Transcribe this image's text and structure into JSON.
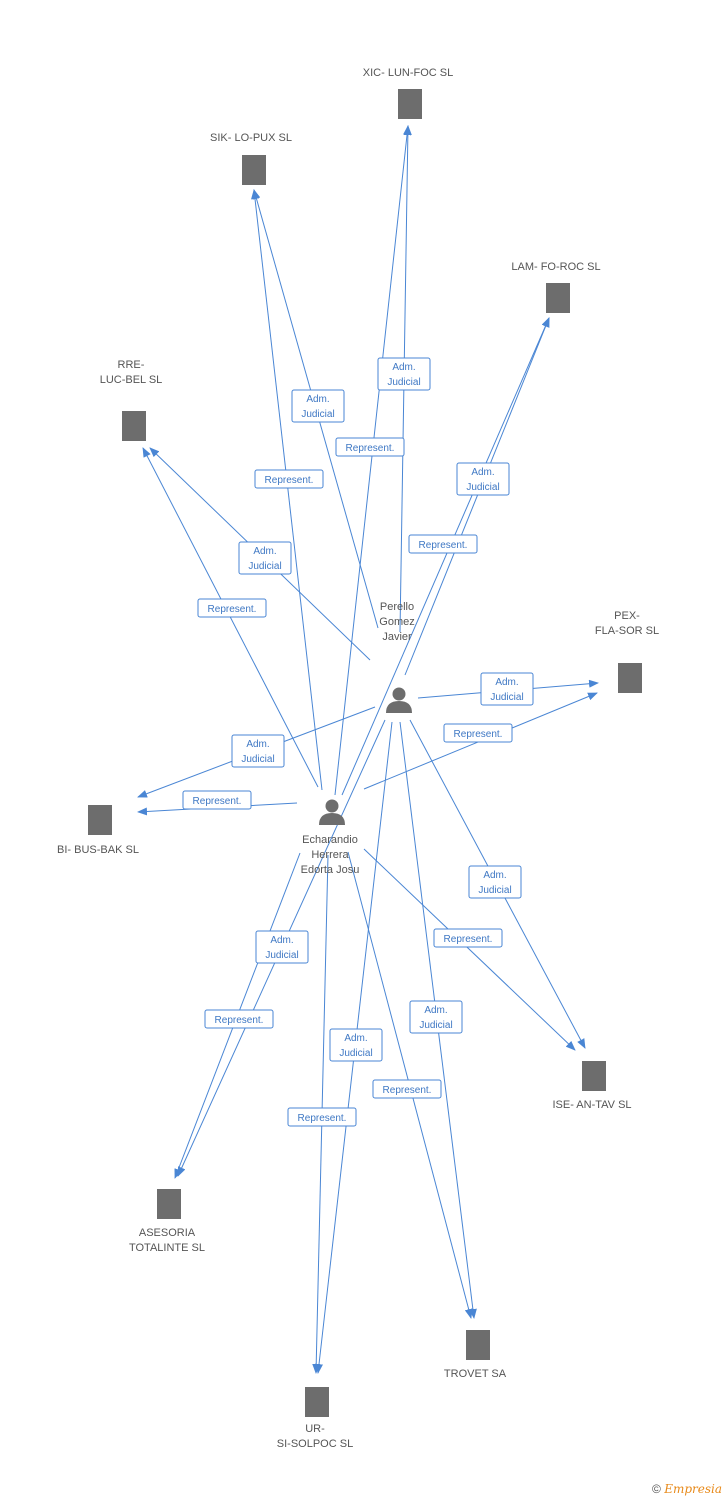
{
  "persons": [
    {
      "id": "perello",
      "label_lines": [
        "Perello",
        "Gomez",
        "Javier"
      ]
    },
    {
      "id": "echarandio",
      "label_lines": [
        "Echarandio",
        "Herrera",
        "Edorta Josu"
      ]
    }
  ],
  "companies": [
    {
      "id": "xic",
      "label_lines": [
        "XIC- LUN-FOC SL"
      ]
    },
    {
      "id": "sik",
      "label_lines": [
        "SIK- LO-PUX SL"
      ]
    },
    {
      "id": "lam",
      "label_lines": [
        "LAM- FO-ROC SL"
      ]
    },
    {
      "id": "rre",
      "label_lines": [
        "RRE-",
        "LUC-BEL SL"
      ]
    },
    {
      "id": "pex",
      "label_lines": [
        "PEX-",
        "FLA-SOR SL"
      ]
    },
    {
      "id": "bi",
      "label_lines": [
        "BI- BUS-BAK SL"
      ]
    },
    {
      "id": "ise",
      "label_lines": [
        "ISE- AN-TAV SL"
      ]
    },
    {
      "id": "asesoria",
      "label_lines": [
        "ASESORIA",
        "TOTALINTE SL"
      ]
    },
    {
      "id": "trovet",
      "label_lines": [
        "TROVET SA"
      ]
    },
    {
      "id": "ur",
      "label_lines": [
        "UR-",
        "SI-SOLPOC SL"
      ]
    }
  ],
  "edges": [
    {
      "from": "perello",
      "to": "xic",
      "label_lines": [
        "Adm.",
        "Judicial"
      ]
    },
    {
      "from": "echarandio",
      "to": "xic",
      "label_lines": [
        "Represent."
      ]
    },
    {
      "from": "perello",
      "to": "sik",
      "label_lines": [
        "Adm.",
        "Judicial"
      ]
    },
    {
      "from": "echarandio",
      "to": "sik",
      "label_lines": [
        "Represent."
      ]
    },
    {
      "from": "perello",
      "to": "lam",
      "label_lines": [
        "Adm.",
        "Judicial"
      ]
    },
    {
      "from": "echarandio",
      "to": "lam",
      "label_lines": [
        "Represent."
      ]
    },
    {
      "from": "perello",
      "to": "rre",
      "label_lines": [
        "Adm.",
        "Judicial"
      ]
    },
    {
      "from": "echarandio",
      "to": "rre",
      "label_lines": [
        "Represent."
      ]
    },
    {
      "from": "perello",
      "to": "pex",
      "label_lines": [
        "Adm.",
        "Judicial"
      ]
    },
    {
      "from": "echarandio",
      "to": "pex",
      "label_lines": [
        "Represent."
      ]
    },
    {
      "from": "perello",
      "to": "bi",
      "label_lines": [
        "Adm.",
        "Judicial"
      ]
    },
    {
      "from": "echarandio",
      "to": "bi",
      "label_lines": [
        "Represent."
      ]
    },
    {
      "from": "perello",
      "to": "ise",
      "label_lines": [
        "Adm.",
        "Judicial"
      ]
    },
    {
      "from": "echarandio",
      "to": "ise",
      "label_lines": [
        "Represent."
      ]
    },
    {
      "from": "perello",
      "to": "asesoria",
      "label_lines": [
        "Adm.",
        "Judicial"
      ]
    },
    {
      "from": "echarandio",
      "to": "asesoria",
      "label_lines": [
        "Represent."
      ]
    },
    {
      "from": "perello",
      "to": "trovet",
      "label_lines": [
        "Adm.",
        "Judicial"
      ]
    },
    {
      "from": "echarandio",
      "to": "trovet",
      "label_lines": [
        "Represent."
      ]
    },
    {
      "from": "perello",
      "to": "ur",
      "label_lines": [
        "Adm.",
        "Judicial"
      ]
    },
    {
      "from": "echarandio",
      "to": "ur",
      "label_lines": [
        "Represent."
      ]
    }
  ],
  "colors": {
    "edge": "#4a86d4",
    "icon": "#6d6d6d",
    "brand": "#e88a1a"
  },
  "footer": {
    "copyright_symbol": "©",
    "brand": "Empresia"
  }
}
